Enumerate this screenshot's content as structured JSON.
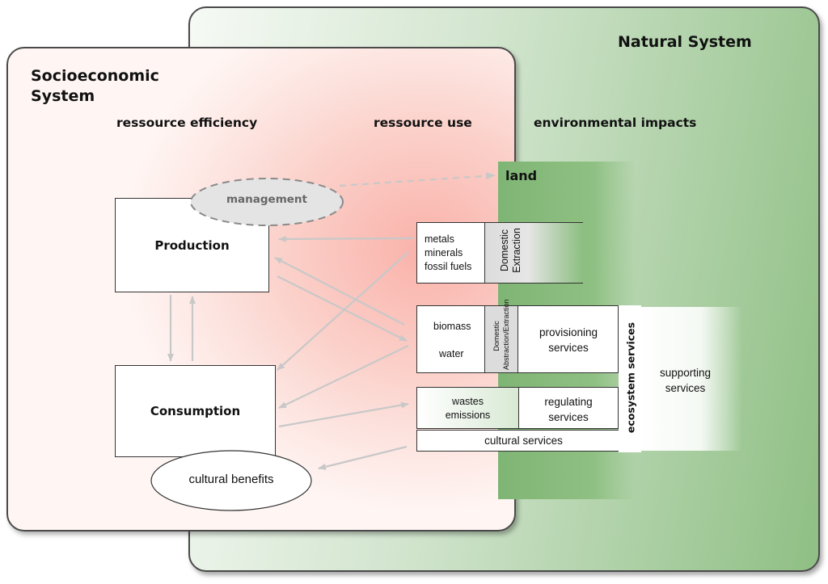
{
  "natural_system": {
    "title": "Natural System"
  },
  "socioeconomic_system": {
    "title_line1": "Socioeconomic",
    "title_line2": "System"
  },
  "columns": {
    "efficiency": "ressource efficiency",
    "use": "ressource use",
    "impacts": "environmental impacts"
  },
  "nodes": {
    "management": "management",
    "production": "Production",
    "consumption": "Consumption",
    "cultural_benefits": "cultural benefits",
    "land": "land"
  },
  "resources": {
    "metals": "metals",
    "minerals": "minerals",
    "fossil_fuels": "fossil fuels",
    "domestic_extraction_1": "Domestic",
    "domestic_extraction_2": "Extraction",
    "biomass": "biomass",
    "water": "water",
    "abstraction_1": "Domestic",
    "abstraction_2": "Abstraction/Extraction",
    "wastes": "wastes",
    "emissions": "emissions"
  },
  "services": {
    "provisioning_1": "provisioning",
    "provisioning_2": "services",
    "regulating_1": "regulating",
    "regulating_2": "services",
    "cultural": "cultural services",
    "ecosystem": "ecosystem services",
    "supporting_1": "supporting",
    "supporting_2": "services"
  }
}
